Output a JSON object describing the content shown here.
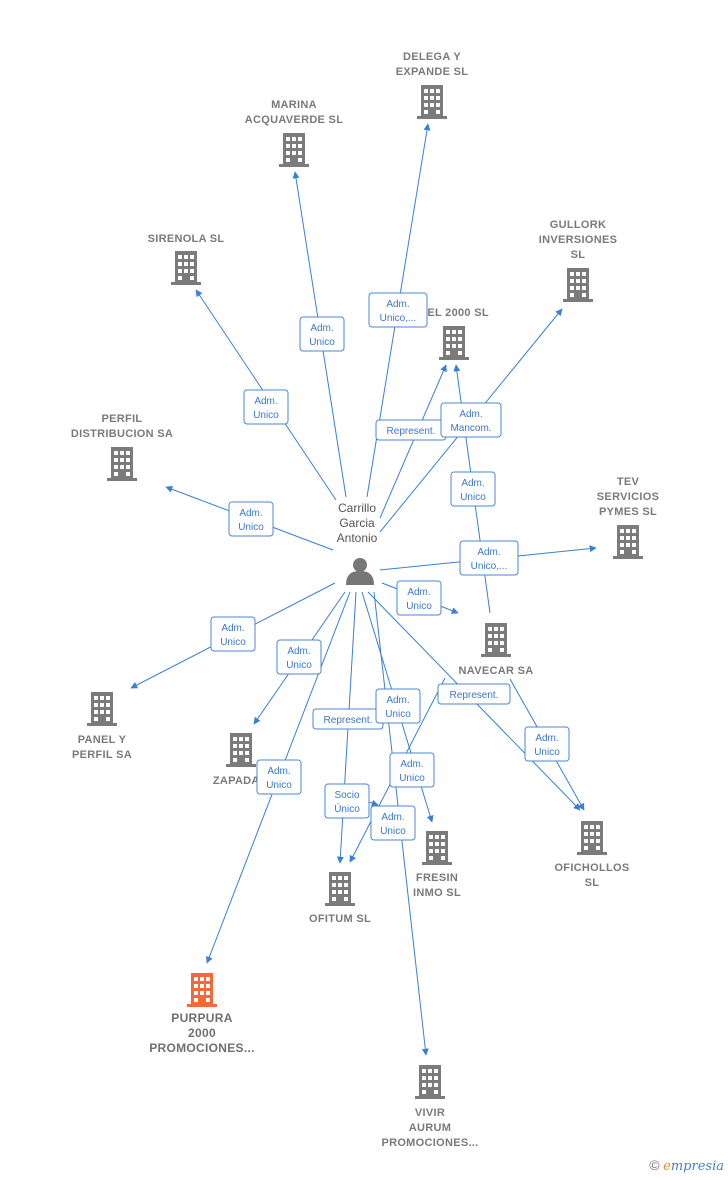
{
  "person": {
    "label_lines": [
      "Carrillo",
      "Garcia",
      "Antonio"
    ]
  },
  "companies": [
    {
      "id": "delega",
      "lines": [
        "DELEGA Y",
        "EXPANDE SL"
      ]
    },
    {
      "id": "marina",
      "lines": [
        "MARINA",
        "ACQUAVERDE SL"
      ]
    },
    {
      "id": "gullork",
      "lines": [
        "GULLORK",
        "INVERSIONES",
        "SL"
      ]
    },
    {
      "id": "sirenola",
      "lines": [
        "SIRENOLA SL"
      ]
    },
    {
      "id": "panel2000",
      "lines": [
        "NEL 2000 SL"
      ]
    },
    {
      "id": "perfil",
      "lines": [
        "PERFIL",
        "DISTRIBUCION SA"
      ]
    },
    {
      "id": "tev",
      "lines": [
        "TEV",
        "SERVICIOS",
        "PYMES SL"
      ]
    },
    {
      "id": "navecar",
      "lines": [
        "NAVECAR SA"
      ]
    },
    {
      "id": "panelyperfil",
      "lines": [
        "PANEL Y",
        "PERFIL SA"
      ]
    },
    {
      "id": "zapadam",
      "lines": [
        "ZAPADAM"
      ]
    },
    {
      "id": "oficholllos",
      "lines": [
        "OFICHOLLOS",
        "SL"
      ]
    },
    {
      "id": "fresin",
      "lines": [
        "FRESIN",
        "INMO SL"
      ]
    },
    {
      "id": "ofitum",
      "lines": [
        "OFITUM SL"
      ]
    },
    {
      "id": "purpura",
      "lines": [
        "PURPURA",
        "2000",
        "PROMOCIONES..."
      ],
      "highlight": true
    },
    {
      "id": "vivir",
      "lines": [
        "VIVIR",
        "AURUM",
        "PROMOCIONES..."
      ]
    }
  ],
  "edge_labels": [
    {
      "id": "e-delega",
      "lines": [
        "Adm.",
        "Unico,..."
      ]
    },
    {
      "id": "e-marina",
      "lines": [
        "Adm.",
        "Unico"
      ]
    },
    {
      "id": "e-sirenola",
      "lines": [
        "Adm.",
        "Unico"
      ]
    },
    {
      "id": "e-panel2000",
      "lines": [
        "Represent."
      ]
    },
    {
      "id": "e-gullork",
      "lines": [
        "Adm.",
        "Mancom."
      ]
    },
    {
      "id": "e-navecar-panel",
      "lines": [
        "Adm.",
        "Unico"
      ]
    },
    {
      "id": "e-perfil",
      "lines": [
        "Adm.",
        "Unico"
      ]
    },
    {
      "id": "e-tev",
      "lines": [
        "Adm.",
        "Unico,..."
      ]
    },
    {
      "id": "e-navecar",
      "lines": [
        "Adm.",
        "Unico"
      ]
    },
    {
      "id": "e-panelyperfil",
      "lines": [
        "Adm.",
        "Unico"
      ]
    },
    {
      "id": "e-zapadam",
      "lines": [
        "Adm.",
        "Unico"
      ]
    },
    {
      "id": "e-navecar-ofi",
      "lines": [
        "Represent."
      ]
    },
    {
      "id": "e-oficholllos",
      "lines": [
        "Adm.",
        "Unico"
      ]
    },
    {
      "id": "e-ofitum-rep",
      "lines": [
        "Represent."
      ]
    },
    {
      "id": "e-fresin",
      "lines": [
        "Adm.",
        "Unico"
      ]
    },
    {
      "id": "e-purpura",
      "lines": [
        "Adm.",
        "Unico"
      ]
    },
    {
      "id": "e-socio",
      "lines": [
        "Socio",
        "Único"
      ]
    },
    {
      "id": "e-navecar-ofitum",
      "lines": [
        "Adm.",
        "Unico"
      ]
    },
    {
      "id": "e-vivir",
      "lines": [
        "Adm.",
        "Unico"
      ]
    }
  ],
  "colors": {
    "edge": "#3a7fd5",
    "building": "#7b7b7b",
    "highlight": "#f26a3a",
    "person": "#777777"
  },
  "brand": {
    "copyright": "©",
    "e": "e",
    "rest": "mpresia"
  }
}
